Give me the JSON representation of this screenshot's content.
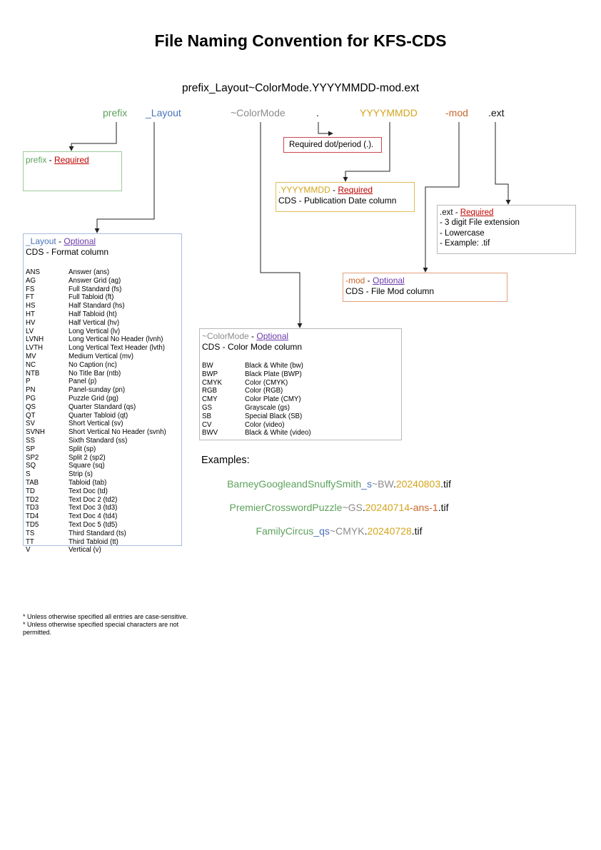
{
  "title": "File Naming Convention for KFS-CDS",
  "pattern": "prefix_Layout~ColorMode.YYYYMMDD-mod.ext",
  "parts": {
    "prefix": "prefix",
    "layout": "_Layout",
    "colormode": "~ColorMode",
    "dot": ".",
    "date": "YYYYMMDD",
    "mod": "-mod",
    "ext": ".ext"
  },
  "prefix_box": {
    "name": "prefix",
    "sep": " - ",
    "status": "Required"
  },
  "dot_box": {
    "text": "Required dot/period (.)."
  },
  "date_box": {
    "name": ".YYYYMMDD",
    "sep": " - ",
    "status": "Required",
    "desc": "CDS - Publication Date column"
  },
  "ext_box": {
    "name": ".ext",
    "sep": " - ",
    "status": "Required",
    "lines": [
      "- 3 digit File extension",
      "- Lowercase",
      "- Example: .tif"
    ]
  },
  "mod_box": {
    "name": "-mod",
    "sep": " - ",
    "status": "Optional",
    "desc": "CDS - File Mod column"
  },
  "layout_box": {
    "name": "_Layout",
    "sep": " - ",
    "status": "Optional",
    "desc": "CDS - Format column",
    "items": [
      [
        "ANS",
        "Answer (ans)"
      ],
      [
        "AG",
        "Answer Grid (ag)"
      ],
      [
        "FS",
        "Full Standard (fs)"
      ],
      [
        "FT",
        "Full Tabloid (ft)"
      ],
      [
        "HS",
        "Half Standard (hs)"
      ],
      [
        "HT",
        "Half Tabloid (ht)"
      ],
      [
        "HV",
        "Half Vertical (hv)"
      ],
      [
        "LV",
        "Long Vertical (lv)"
      ],
      [
        "LVNH",
        "Long Vertical No Header (lvnh)"
      ],
      [
        "LVTH",
        "Long Vertical Text Header (lvth)"
      ],
      [
        "MV",
        "Medium Vertical (mv)"
      ],
      [
        "NC",
        "No Caption (nc)"
      ],
      [
        "NTB",
        "No Title Bar (ntb)"
      ],
      [
        "P",
        "Panel (p)"
      ],
      [
        "PN",
        "Panel-sunday (pn)"
      ],
      [
        "PG",
        "Puzzle Grid (pg)"
      ],
      [
        "QS",
        "Quarter Standard (qs)"
      ],
      [
        "QT",
        "Quarter Tabloid (qt)"
      ],
      [
        "SV",
        "Short Vertical (sv)"
      ],
      [
        "SVNH",
        "Short Vertical No Header (svnh)"
      ],
      [
        "SS",
        "Sixth Standard (ss)"
      ],
      [
        "SP",
        "Split (sp)"
      ],
      [
        "SP2",
        "Split 2 (sp2)"
      ],
      [
        "SQ",
        "Square (sq)"
      ],
      [
        "S",
        "Strip (s)"
      ],
      [
        "TAB",
        "Tabloid (tab)"
      ],
      [
        "TD",
        "Text Doc (td)"
      ],
      [
        "TD2",
        "Text Doc 2 (td2)"
      ],
      [
        "TD3",
        "Text Doc 3 (td3)"
      ],
      [
        "TD4",
        "Text Doc 4 (td4)"
      ],
      [
        "TD5",
        "Text Doc 5 (td5)"
      ],
      [
        "TS",
        "Third Standard (ts)"
      ],
      [
        "TT",
        "Third Tabloid (tt)"
      ],
      [
        "V",
        "Vertical (v)"
      ]
    ]
  },
  "color_box": {
    "name": "~ColorMode",
    "sep": " - ",
    "status": "Optional",
    "desc": "CDS - Color Mode column",
    "items": [
      [
        "BW",
        "Black & White (bw)"
      ],
      [
        "BWP",
        "Black Plate (BWP)"
      ],
      [
        "CMYK",
        "Color (CMYK)"
      ],
      [
        "RGB",
        "Color (RGB)"
      ],
      [
        "CMY",
        "Color Plate (CMY)"
      ],
      [
        "GS",
        "Grayscale (gs)"
      ],
      [
        "SB",
        "Special Black (SB)"
      ],
      [
        "CV",
        "Color (video)"
      ],
      [
        "BWV",
        "Black & White (video)"
      ]
    ]
  },
  "examples": {
    "label": "Examples:",
    "list": [
      [
        [
          "BarneyGoogleandSnuffySmith",
          "prefix"
        ],
        [
          "_s",
          "layout"
        ],
        [
          "~BW",
          "color"
        ],
        [
          ".",
          "ext"
        ],
        [
          "20240803",
          "date"
        ],
        [
          ".tif",
          "ext"
        ]
      ],
      [
        [
          "PremierCrosswordPuzzle",
          "prefix"
        ],
        [
          "~GS",
          "color"
        ],
        [
          ".",
          "ext"
        ],
        [
          "20240714",
          "date"
        ],
        [
          "-ans-1",
          "mod"
        ],
        [
          ".tif",
          "ext"
        ]
      ],
      [
        [
          "FamilyCircus",
          "prefix"
        ],
        [
          "_qs",
          "layout"
        ],
        [
          "~CMYK",
          "color"
        ],
        [
          ".",
          "ext"
        ],
        [
          "20240728",
          "date"
        ],
        [
          ".tif",
          "ext"
        ]
      ]
    ]
  },
  "notes": [
    "* Unless otherwise specified all entries are case-sensitive.",
    "* Unless otherwise specified special characters are not permitted."
  ],
  "colors": {
    "prefix": "#5da25d",
    "layout": "#4a72b8",
    "colormode": "#8c8c8c",
    "date": "#d4a51e",
    "mod": "#c8662c",
    "required": "#c00000",
    "optional": "#6a3aa8"
  }
}
